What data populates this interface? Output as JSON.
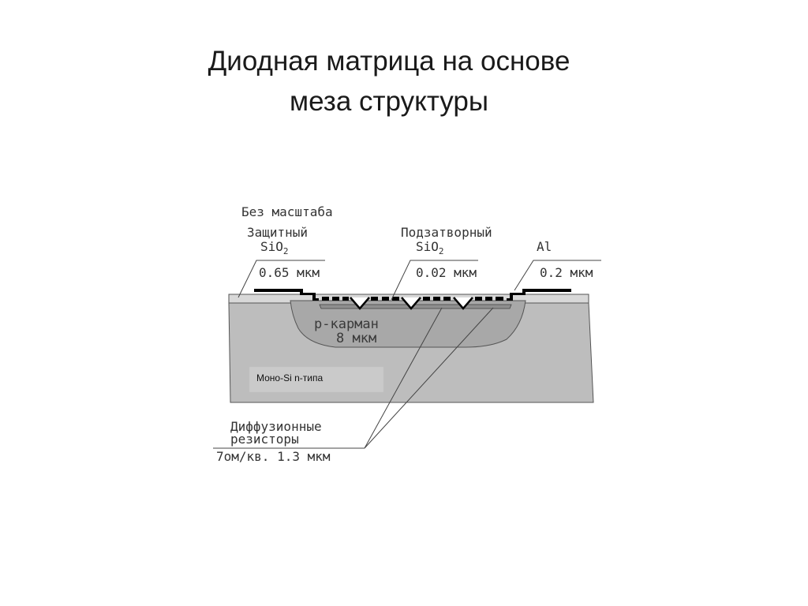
{
  "title": {
    "line1": "Диодная матрица на основе",
    "line2": "меза структуры"
  },
  "diagram": {
    "scale_note": "Без масштаба",
    "protective_oxide": {
      "name": "Защитный",
      "formula": "SiO",
      "subscript": "2",
      "thickness": "0.65 мкм"
    },
    "gate_oxide": {
      "name": "Подзатворный",
      "formula": "SiO",
      "subscript": "2",
      "thickness": "0.02 мкм"
    },
    "metal": {
      "name": "Al",
      "thickness": "0.2 мкм"
    },
    "p_well": {
      "name": "p-карман",
      "depth": "8 мкм"
    },
    "substrate": {
      "name": "Моно-Si  n-типа"
    },
    "resistors": {
      "line1": "Диффузионные",
      "line2": "резисторы",
      "spec": "7ом/кв. 1.3 мкм"
    }
  },
  "colors": {
    "substrate": "#bdbdbd",
    "oxide": "#d8d8d8",
    "p_well": "#a8a8a8",
    "resistor": "#8f8f8f",
    "metal": "#000000",
    "substrate_label_box": "#cacaca"
  }
}
